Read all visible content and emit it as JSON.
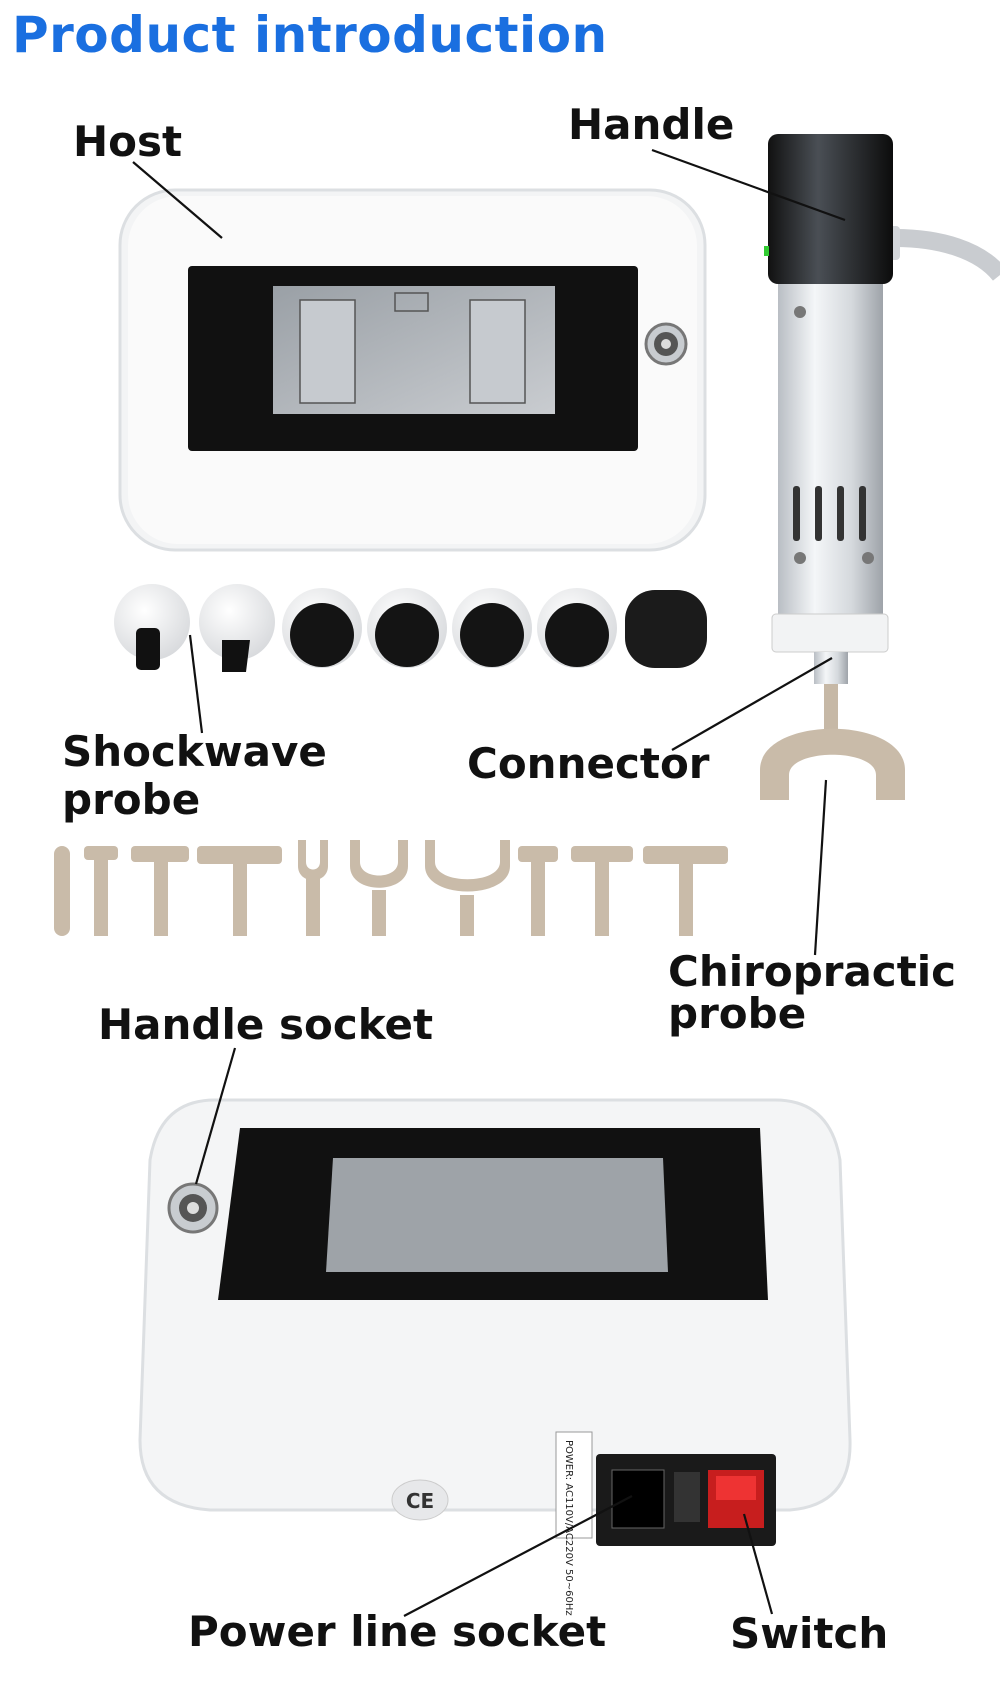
{
  "page": {
    "title": "Product introduction",
    "accent_color": "#1a6fe0"
  },
  "labels": {
    "host": "Host",
    "handle": "Handle",
    "shockwave_probe_line1": "Shockwave",
    "shockwave_probe_line2": "probe",
    "connector": "Connector",
    "chiropractic_probe_line1": "Chiropractic",
    "chiropractic_probe_line2": "probe",
    "handle_socket": "Handle socket",
    "power_line_socket": "Power line socket",
    "switch": "Switch"
  },
  "device": {
    "ce_mark": "CE",
    "power_spec": "POWER: AC110V/AC220V 50~60Hz"
  },
  "icons": [
    "host-unit",
    "handle-gun",
    "shockwave-probe",
    "chiropractic-probe",
    "handle-socket",
    "power-socket",
    "rocker-switch",
    "ce-mark"
  ]
}
